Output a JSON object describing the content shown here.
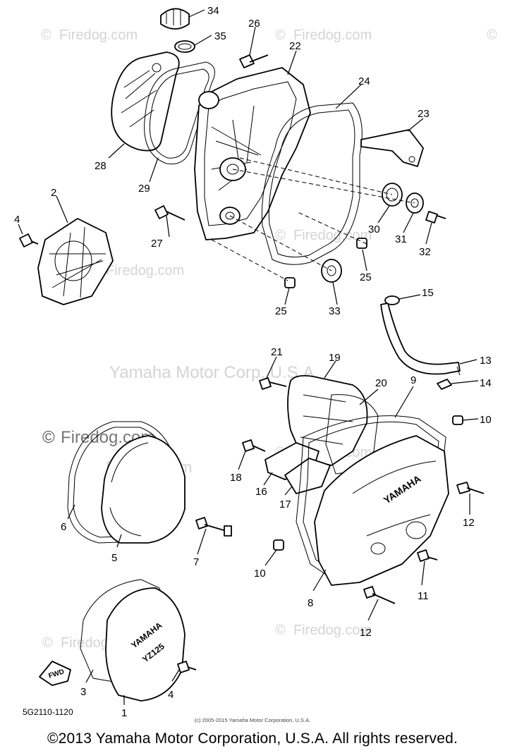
{
  "watermarks": {
    "main": "Yamaha Motor Corp. U.S.A.",
    "site": "Firedog.com",
    "site_lower": "Firedog.com",
    "copyright_symbol": "©"
  },
  "diagram_code": "5G2110-1120",
  "small_copyright": "(c) 2005-2015 Yamaha Motor Corporation, U.S.A.",
  "copyright": "©2013 Yamaha Motor Corporation, U.S.A. All rights reserved.",
  "cover_text": {
    "yamaha": "YAMAHA",
    "tz": "YZ125",
    "arrow": "FWD"
  },
  "callouts": [
    "1",
    "2",
    "3",
    "4",
    "5",
    "6",
    "7",
    "8",
    "9",
    "10",
    "11",
    "12",
    "13",
    "14",
    "15",
    "16",
    "17",
    "18",
    "19",
    "20",
    "21",
    "22",
    "23",
    "24",
    "25",
    "26",
    "27",
    "28",
    "29",
    "30",
    "31",
    "32",
    "33",
    "34",
    "35"
  ],
  "callout_labels": {
    "c34": "34",
    "c35": "35",
    "c26": "26",
    "c22": "22",
    "c24": "24",
    "c23": "23",
    "c28": "28",
    "c29": "29",
    "c2": "2",
    "c4a": "4",
    "c27": "27",
    "c30": "30",
    "c31": "31",
    "c32": "32",
    "c25a": "25",
    "c25b": "25",
    "c33": "33",
    "c15": "15",
    "c21": "21",
    "c19": "19",
    "c13": "13",
    "c20": "20",
    "c9": "9",
    "c14": "14",
    "c10a": "10",
    "c18": "18",
    "c16": "16",
    "c17": "17",
    "c12a": "12",
    "c6": "6",
    "c5": "5",
    "c7": "7",
    "c10b": "10",
    "c8": "8",
    "c11": "11",
    "c12b": "12",
    "c3": "3",
    "c1": "1",
    "c4b": "4"
  }
}
